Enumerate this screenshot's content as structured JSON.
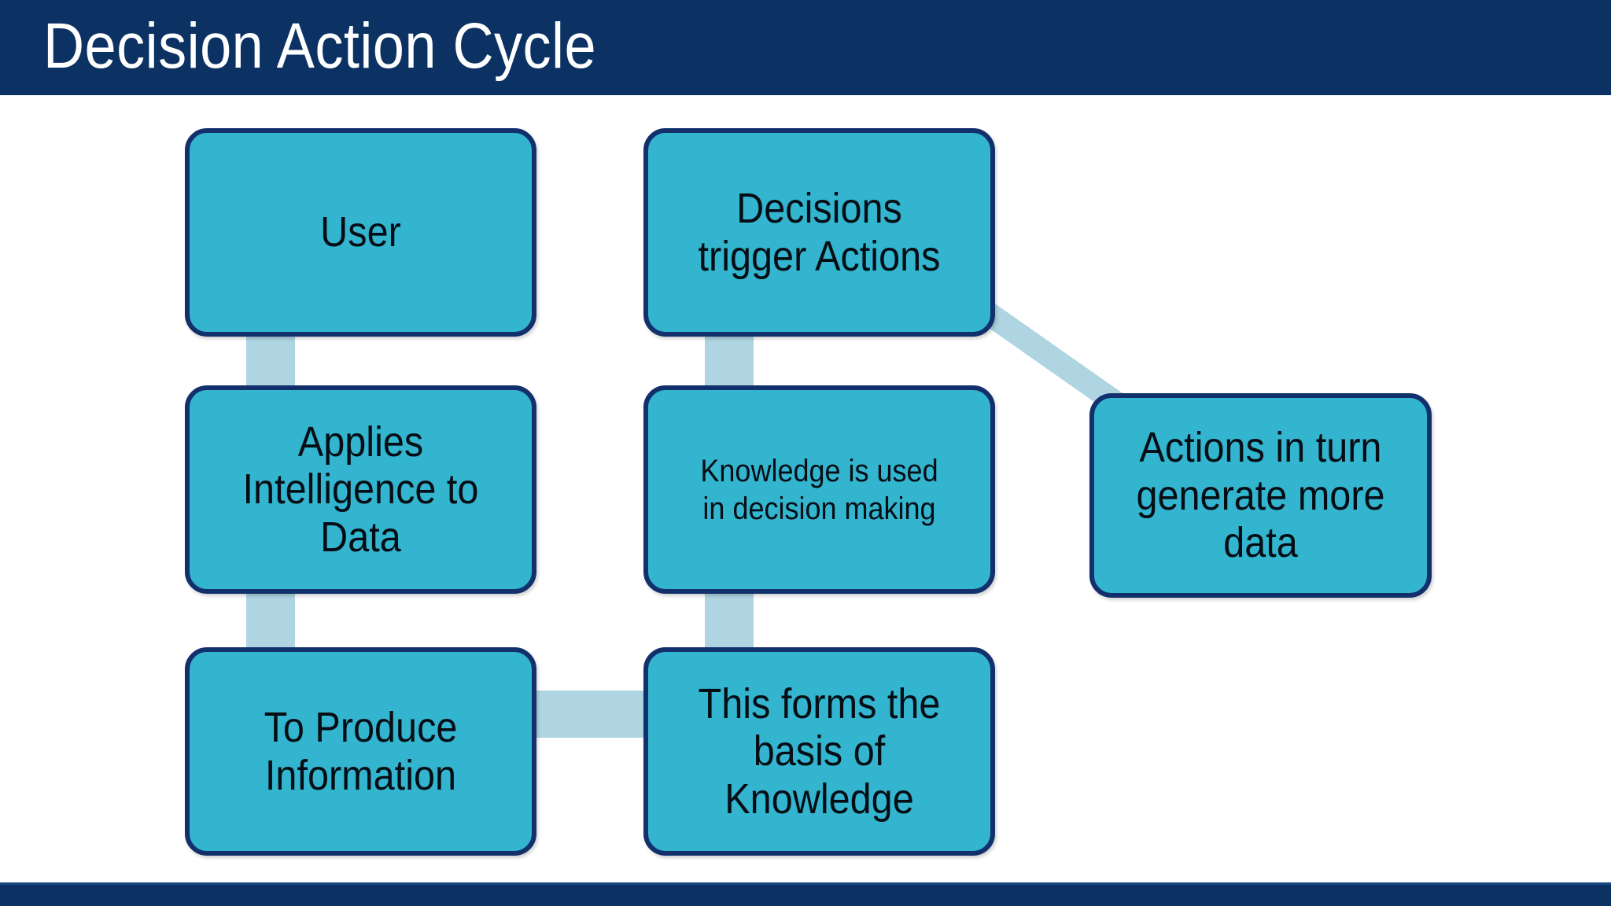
{
  "slide": {
    "title": "Decision Action Cycle",
    "background_color": "#FFFFFF",
    "banner_color": "#0B3263",
    "footer_color": "#0B3263"
  },
  "theme": {
    "box_fill": "#33B5CF",
    "box_border": "#12306B",
    "connector_color": "#AFD5E3",
    "text_color": "#060D14",
    "title_text_color": "#FFFFFF"
  },
  "diagram": {
    "name": "Decision Action Cycle",
    "boxes": [
      {
        "id": "user",
        "label": "User"
      },
      {
        "id": "applies",
        "label": "Applies\nIntelligence to\nData"
      },
      {
        "id": "produce",
        "label": "To Produce\nInformation"
      },
      {
        "id": "decisions",
        "label": "Decisions\ntrigger Actions"
      },
      {
        "id": "knowledge_used",
        "label": "Knowledge is used\nin decision making"
      },
      {
        "id": "basis",
        "label": "This forms the\nbasis of\nKnowledge"
      },
      {
        "id": "actions_data",
        "label": "Actions in turn\ngenerate more\ndata"
      }
    ],
    "connectors": [
      {
        "from": "user",
        "to": "applies",
        "orientation": "vertical"
      },
      {
        "from": "applies",
        "to": "produce",
        "orientation": "vertical"
      },
      {
        "from": "produce",
        "to": "basis",
        "orientation": "horizontal"
      },
      {
        "from": "basis",
        "to": "knowledge_used",
        "orientation": "vertical"
      },
      {
        "from": "knowledge_used",
        "to": "decisions",
        "orientation": "vertical"
      },
      {
        "from": "decisions",
        "to": "actions_data",
        "orientation": "diagonal"
      }
    ]
  }
}
